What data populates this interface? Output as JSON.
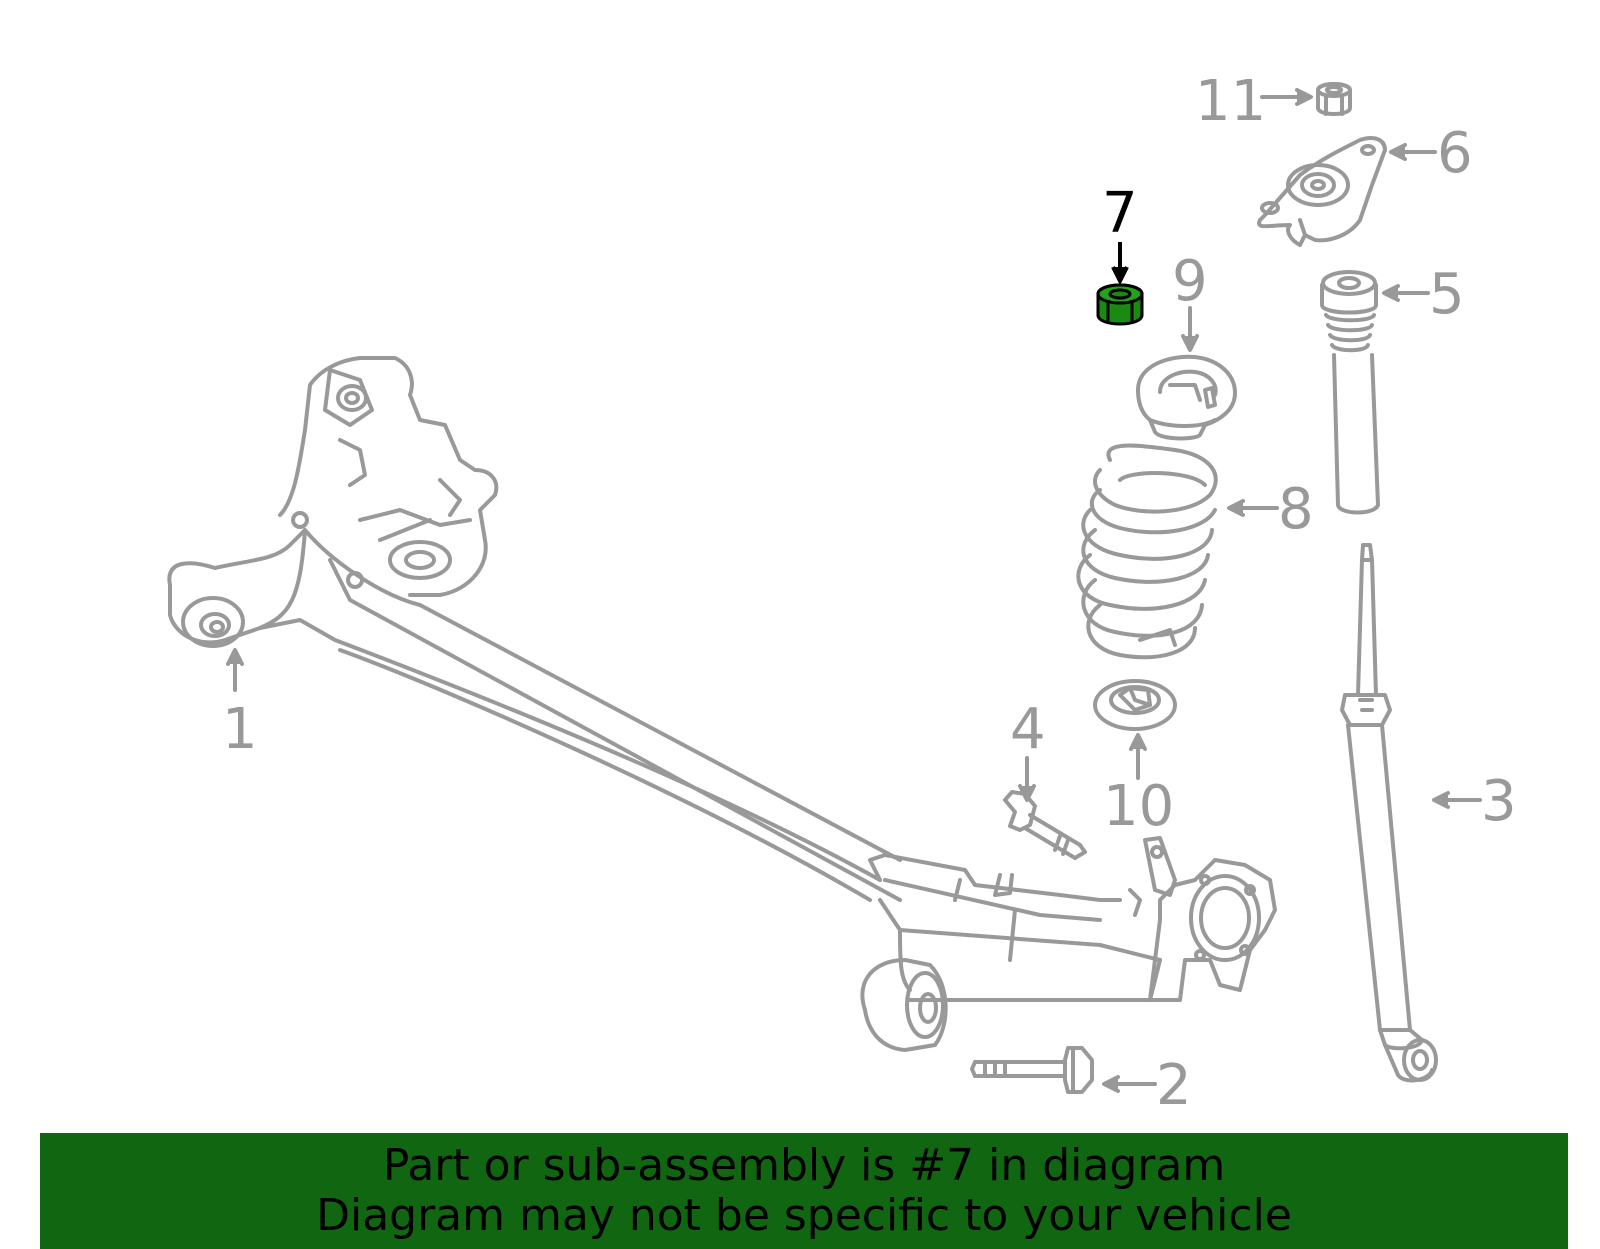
{
  "colors": {
    "line": "#999999",
    "highlight_fill": "#1a8a12",
    "highlight_line": "#000000",
    "banner_bg": "#116611",
    "banner_text": "#000000"
  },
  "callouts": [
    {
      "id": "1",
      "label": "1"
    },
    {
      "id": "2",
      "label": "2"
    },
    {
      "id": "3",
      "label": "3"
    },
    {
      "id": "4",
      "label": "4"
    },
    {
      "id": "5",
      "label": "5"
    },
    {
      "id": "6",
      "label": "6"
    },
    {
      "id": "7",
      "label": "7",
      "highlighted": true
    },
    {
      "id": "8",
      "label": "8"
    },
    {
      "id": "9",
      "label": "9"
    },
    {
      "id": "10",
      "label": "10"
    },
    {
      "id": "11",
      "label": "11"
    }
  ],
  "banner": {
    "line1": "Part or sub-assembly is #7 in diagram",
    "line2": "Diagram may not be specific to your vehicle"
  }
}
